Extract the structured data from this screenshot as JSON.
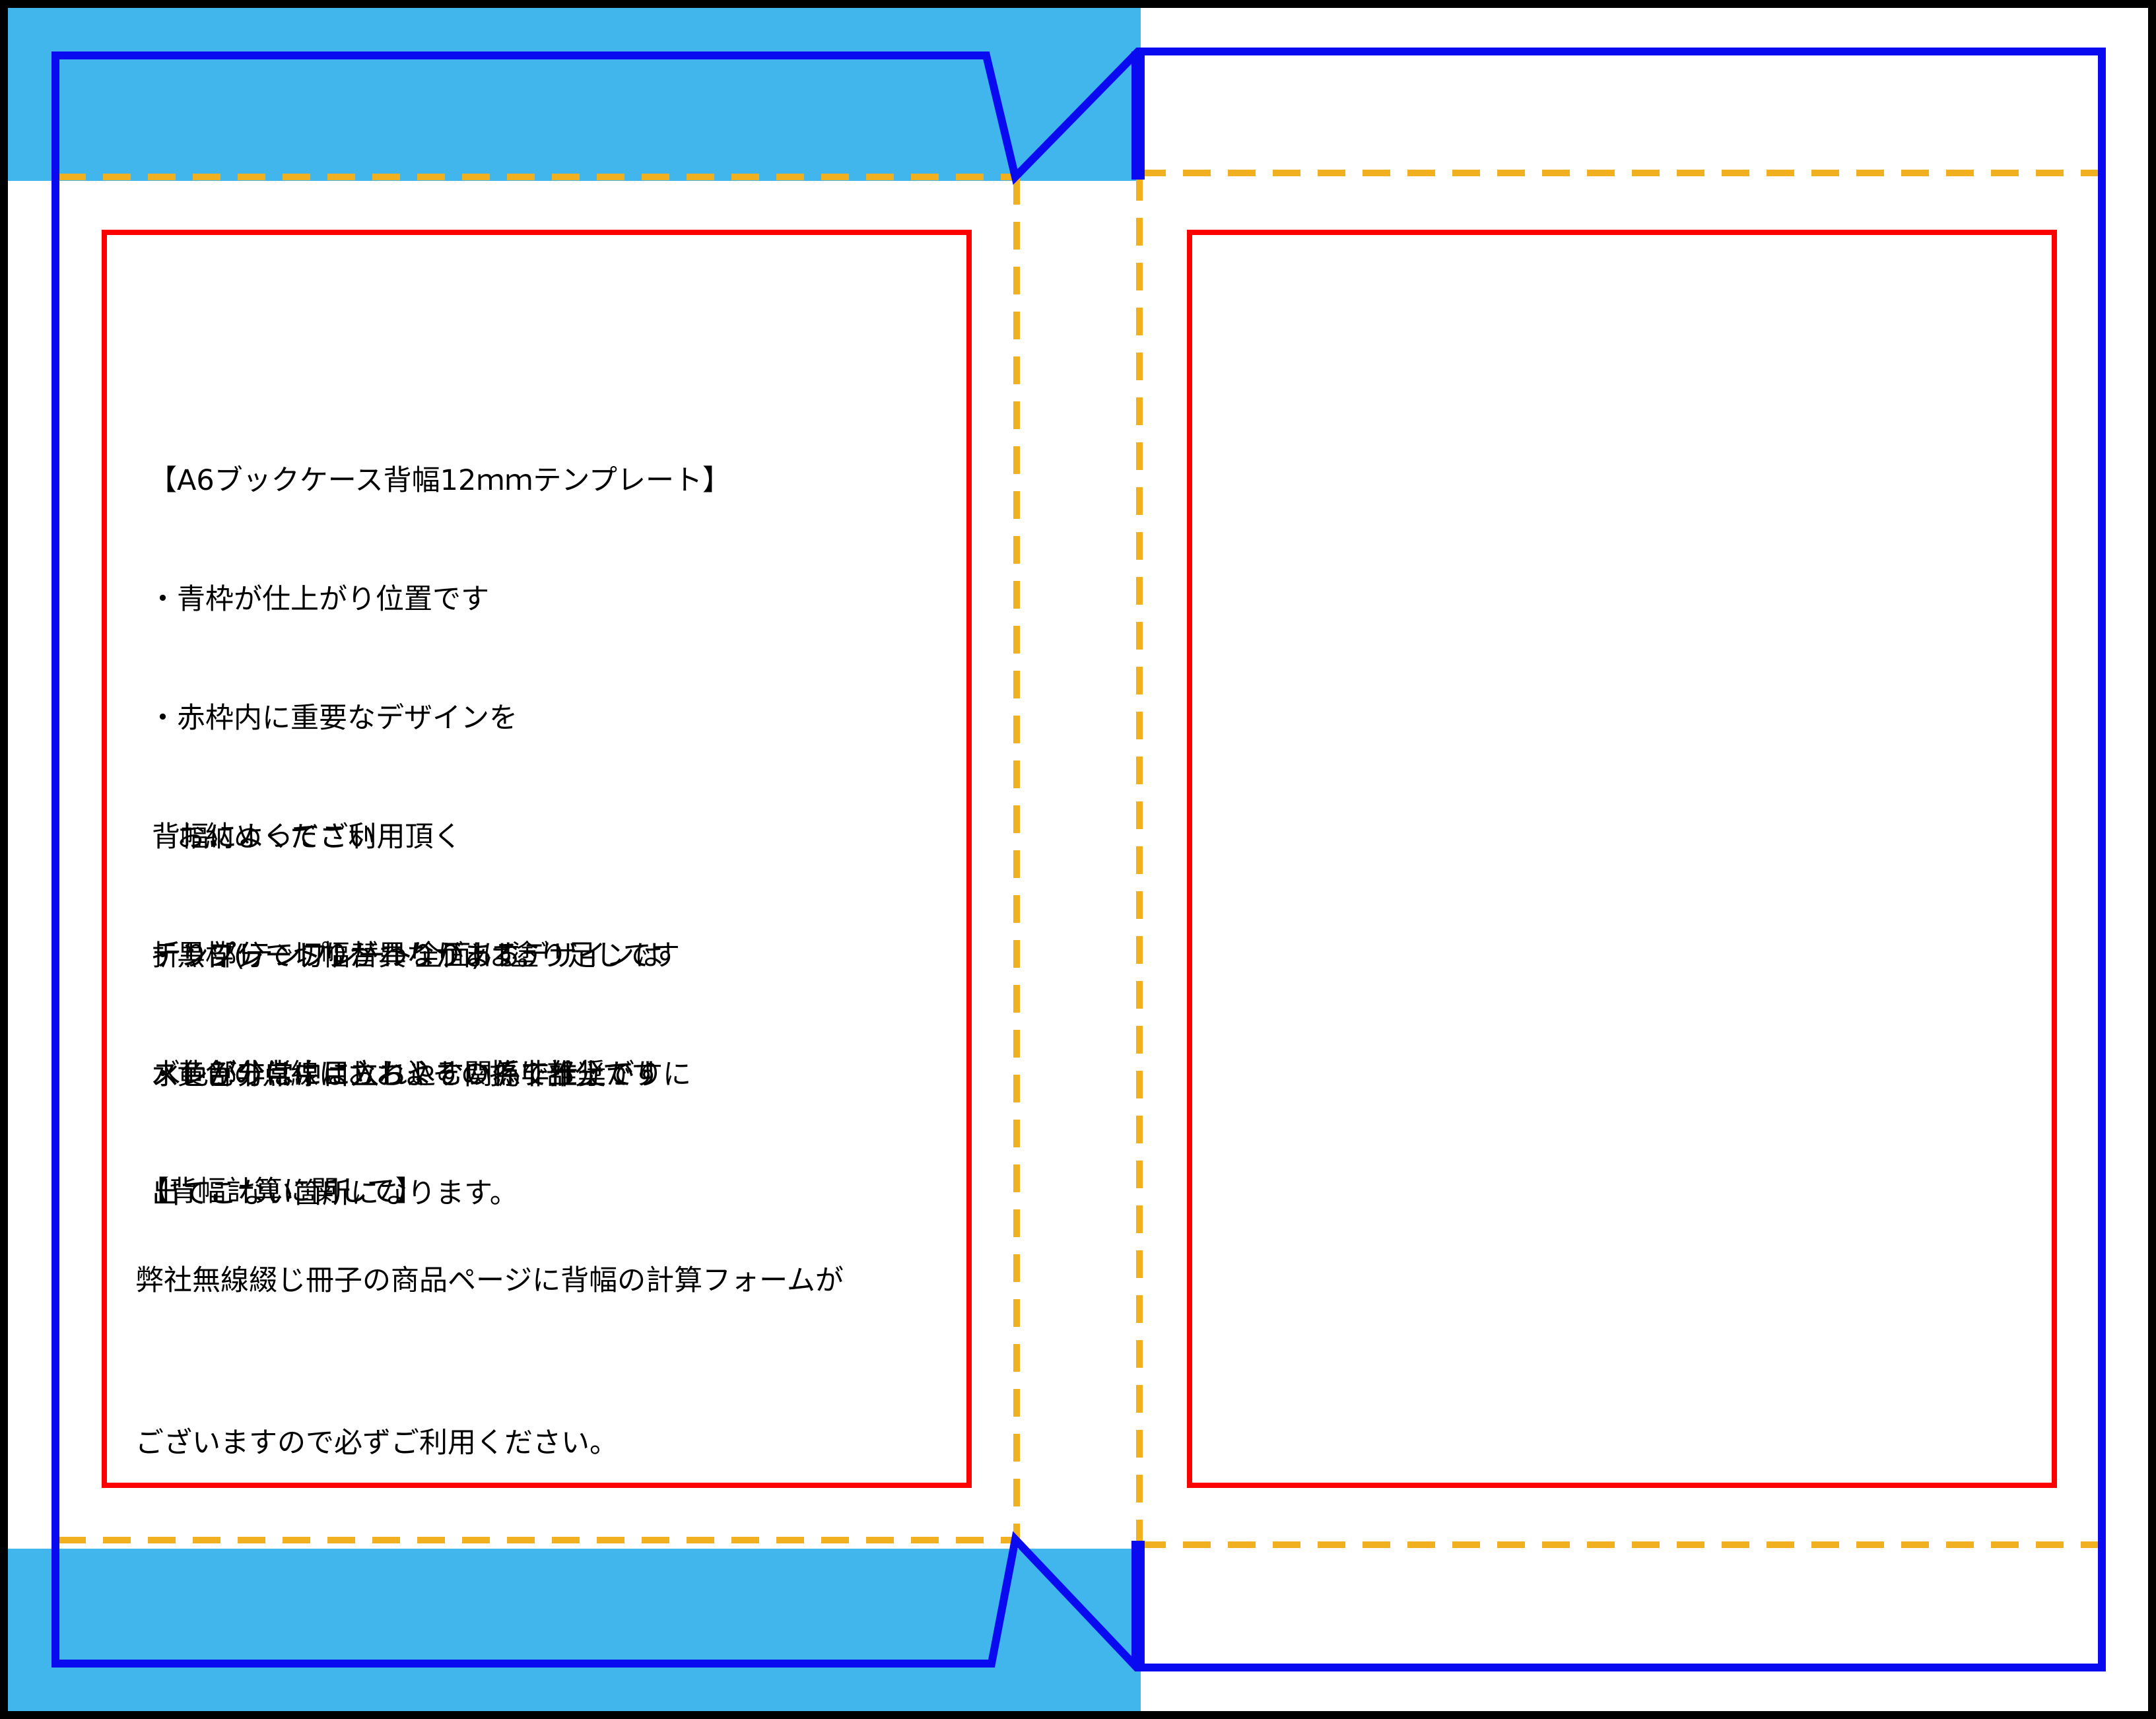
{
  "template": {
    "title": "【A6ブックケース背幅12ｍｍテンプレート】",
    "rules": [
      "・青枠が仕上がり位置です",
      "・赤枠内に重要なデザインを",
      "　お納めください",
      "・黒枠(テンプレート全面)は塗り足しです",
      "・黄色の点線はおおよその折り部分です"
    ],
    "spine_note": [
      "背幅によってご利用頂く",
      "テンプレート幅が異なります。"
    ],
    "fold_note": [
      "折り部分で切り替わりがあるデザインは",
      "ズレが非常に目立ちやすい為非推奨です"
    ],
    "cyan_note": [
      "水色部分は中に入れ込む関係で仕上がりに",
      "出てこない箇所になります。"
    ],
    "calc_heading": "【背幅計算に関して】",
    "calc_body": [
      "弊社無線綴じ冊子の商品ページに背幅の計算フォームが",
      "ございますので必ずご利用ください。"
    ]
  },
  "colors": {
    "bleed_frame": "#000000",
    "trim_frame": "#0a0af0",
    "safe_area": "#ff0000",
    "fold_line": "#f0b020",
    "hidden_area": "#41b6ec",
    "background": "#ffffff"
  }
}
